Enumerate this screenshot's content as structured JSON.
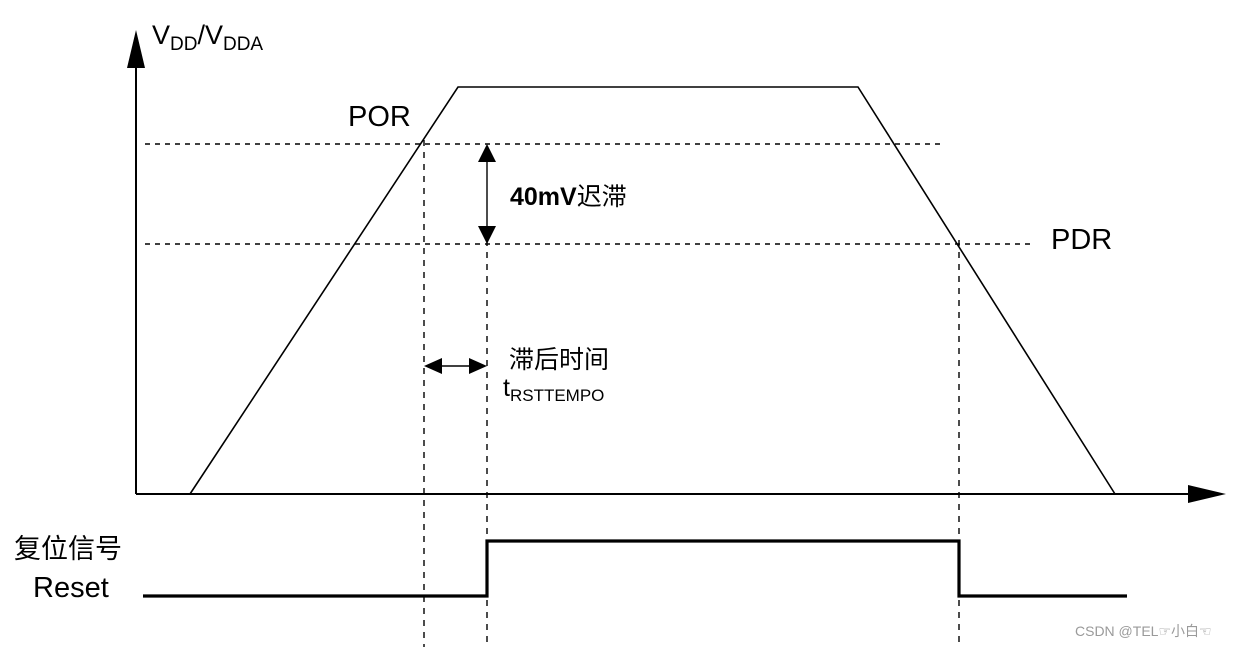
{
  "axis": {
    "y_label_main": "V",
    "y_label_sub1": "DD",
    "y_label_slash": "/V",
    "y_label_sub2": "DDA"
  },
  "thresholds": {
    "por_label": "POR",
    "pdr_label": "PDR"
  },
  "hysteresis": {
    "label_bold": "40mV",
    "label_cn": "迟滞"
  },
  "delay": {
    "label_cn": "滞后时间",
    "label_t": "t",
    "label_sub": "RSTTEMPO"
  },
  "reset": {
    "label_cn": "复位信号",
    "label_en": "Reset"
  },
  "watermark": "CSDN @TEL☞小白☜"
}
